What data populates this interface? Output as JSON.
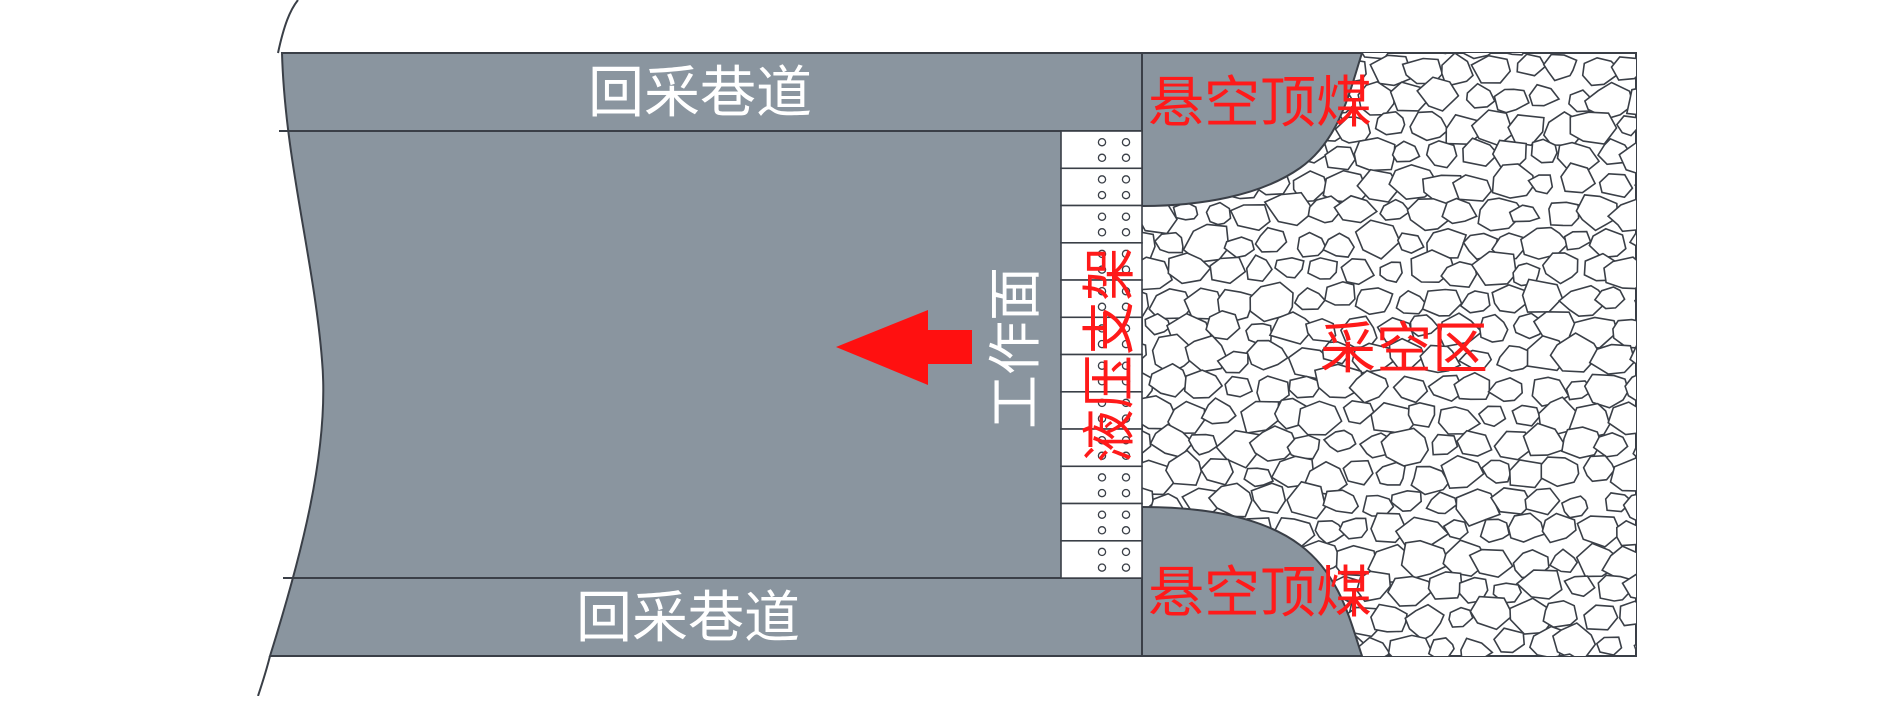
{
  "labels": {
    "roadway_top": "回采巷道",
    "roadway_bottom": "回采巷道",
    "coal_top": "悬空顶煤",
    "coal_bottom": "悬空顶煤",
    "working_face": "工作面",
    "hydraulic_support": "液压支架",
    "goaf": "采空区"
  },
  "colors": {
    "coal": "#8a959f",
    "outline": "#3a3f47",
    "label_white": "#ffffff",
    "label_red": "#ff1a1a",
    "arrow": "#ff1010"
  }
}
